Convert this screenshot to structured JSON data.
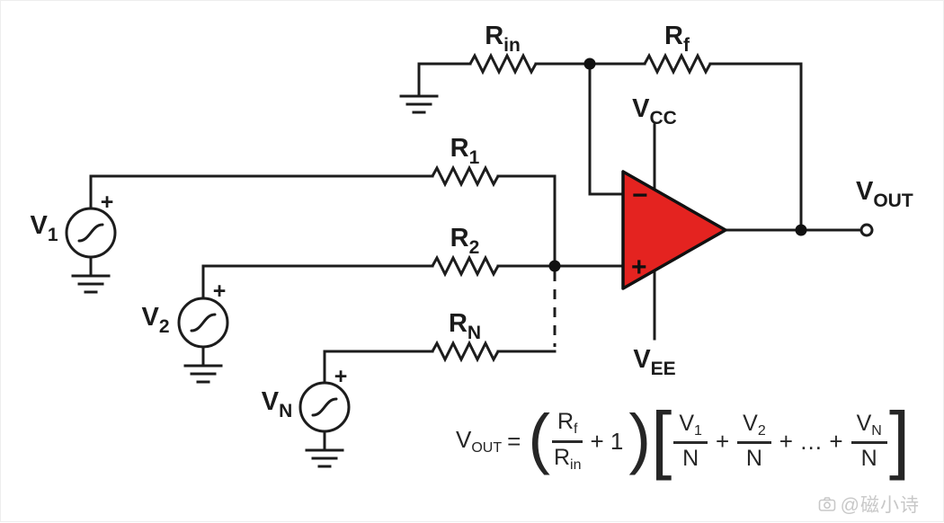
{
  "colors": {
    "wire": "#1c1c1c",
    "opamp_fill": "#e42320",
    "text": "#1b1b1b",
    "watermark": "#c8c8c8"
  },
  "components": {
    "r_in": {
      "main": "R",
      "sub": "in"
    },
    "r_f": {
      "main": "R",
      "sub": "f"
    },
    "r_1": {
      "main": "R",
      "sub": "1"
    },
    "r_2": {
      "main": "R",
      "sub": "2"
    },
    "r_n": {
      "main": "R",
      "sub": "N"
    },
    "v_1": {
      "main": "V",
      "sub": "1"
    },
    "v_2": {
      "main": "V",
      "sub": "2"
    },
    "v_n": {
      "main": "V",
      "sub": "N"
    },
    "v_cc": {
      "main": "V",
      "sub": "CC"
    },
    "v_ee": {
      "main": "V",
      "sub": "EE"
    },
    "v_out": {
      "main": "V",
      "sub": "OUT"
    }
  },
  "opamp": {
    "inverting_input": "−",
    "noninverting_input": "+"
  },
  "source_polarity": "+",
  "formula": {
    "lhs": {
      "main": "V",
      "sub": "OUT"
    },
    "eq": "=",
    "lparen": "(",
    "rparen": ")",
    "lbracket": "[",
    "rbracket": "]",
    "gain": {
      "num": {
        "main": "R",
        "sub": "f"
      },
      "den": {
        "main": "R",
        "sub": "in"
      },
      "plus_one": "+ 1"
    },
    "sum": {
      "t1": {
        "num_main": "V",
        "num_sub": "1",
        "den": "N"
      },
      "op1": "+",
      "t2": {
        "num_main": "V",
        "num_sub": "2",
        "den": "N"
      },
      "op2": "+ … +",
      "t3": {
        "num_main": "V",
        "num_sub": "N",
        "den": "N"
      }
    }
  },
  "watermark": {
    "handle": "@磁小诗"
  }
}
